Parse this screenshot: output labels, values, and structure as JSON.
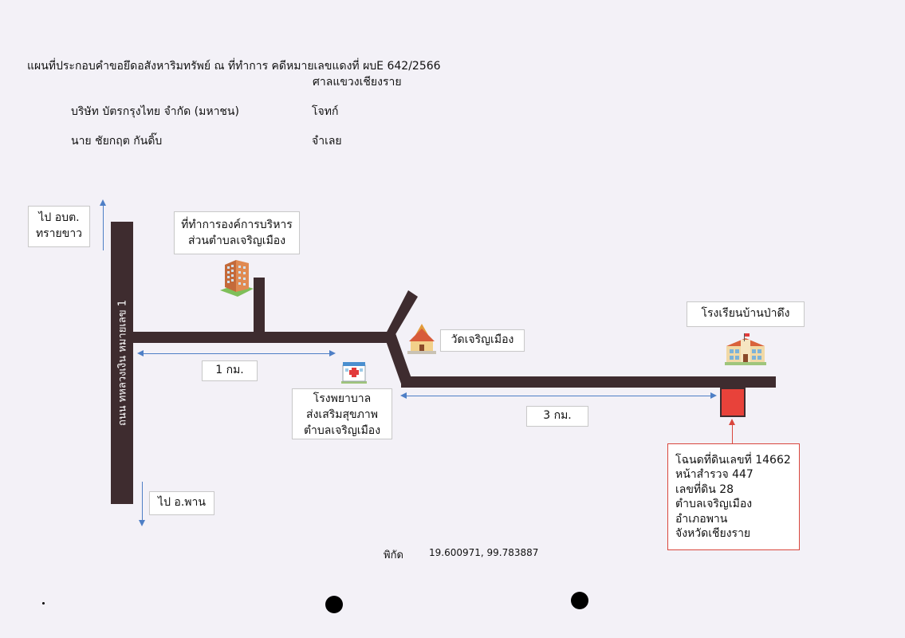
{
  "header": {
    "title": "แผนที่ประกอบคำขอยึดอสังหาริมทรัพย์ ณ ที่ทำการ คดีหมายเลขแดงที่ ผบE 642/2566",
    "court": "ศาลแขวงเชียงราย",
    "plaintiff_name": "บริษัท บัตรกรุงไทย จำกัด (มหาชน)",
    "plaintiff_role": "โจทก์",
    "defendant_name": "นาย ชัยกฤต กันดิ๊บ",
    "defendant_role": "จำเลย"
  },
  "map": {
    "to_north": "ไป อบต.\nทรายขาว",
    "to_south": "ไป อ.พาน",
    "road_name": "ถนน ทหลวงเงิน หมายเลข 1",
    "sao_office": "ที่ทำการองค์การบริหาร\nส่วนตำบลเจริญเมือง",
    "temple": "วัดเจริญเมือง",
    "hospital": "โรงพยาบาล\nส่งเสริมสุขภาพ\nตำบลเจริญเมือง",
    "school": "โรงเรียนบ้านป่าดึง",
    "distance_1": "1 กม.",
    "distance_2": "3 กม.",
    "property_info": "โฉนดที่ดินเลขที่ 14662\nหน้าสำรวจ 447\nเลขที่ดิน 28\nตำบลเจริญเมือง\nอำเภอพาน\nจังหวัดเชียงราย",
    "coord_label": "พิกัด",
    "coord_value": "19.600971, 99.783887"
  },
  "colors": {
    "road": "#3e2c2f",
    "distance_arrow": "#4e7fc6",
    "property_marker": "#e8423a",
    "property_border": "#d9463d"
  },
  "icons": [
    "office-building-icon",
    "temple-icon",
    "hospital-icon",
    "school-icon"
  ]
}
